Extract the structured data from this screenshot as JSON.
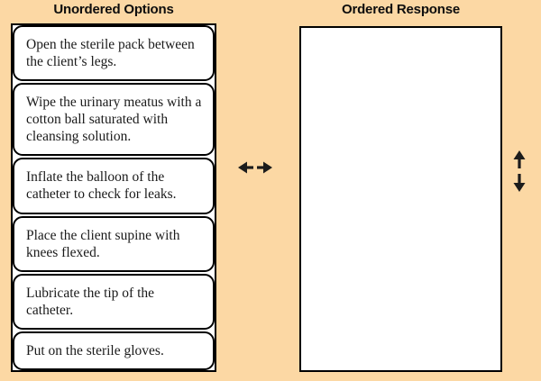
{
  "background_color": "#fcd8a4",
  "border_color": "#000000",
  "card_background": "#ffffff",
  "arrow_color": "#1c1c1c",
  "unordered_panel": {
    "title": "Unordered Options",
    "options": [
      "Open the sterile pack between the client’s legs.",
      "Wipe the urinary meatus with a cotton ball saturated with cleansing solution.",
      "Inflate the balloon of the catheter to check for leaks.",
      "Place the client supine with knees flexed.",
      "Lubricate the tip of the catheter.",
      "Put on the sterile gloves."
    ]
  },
  "ordered_panel": {
    "title": "Ordered Response",
    "items": []
  },
  "icons": {
    "move_horizontal": "left-right-arrows",
    "move_vertical": "up-down-arrows"
  }
}
